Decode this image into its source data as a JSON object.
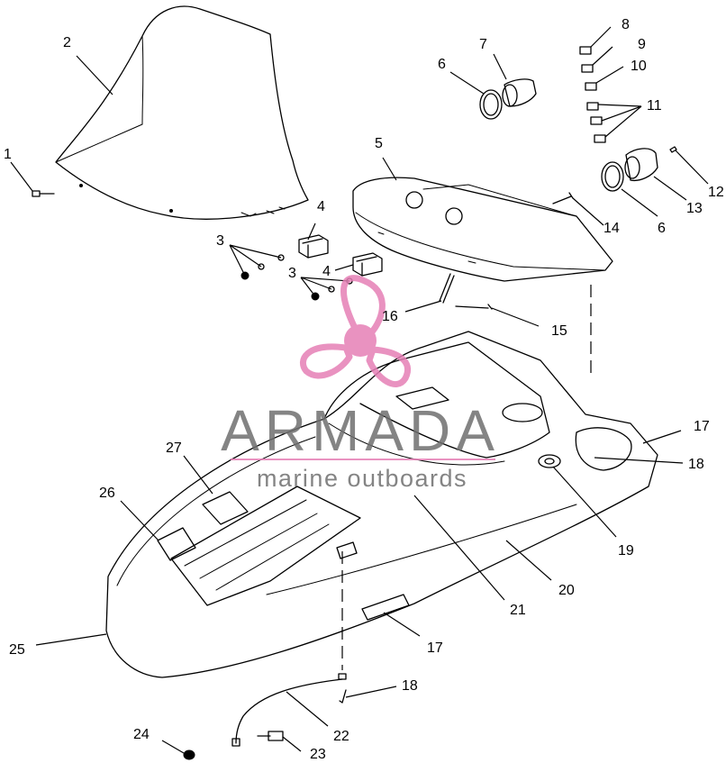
{
  "callouts": [
    {
      "id": "1",
      "label": "1"
    },
    {
      "id": "2",
      "label": "2"
    },
    {
      "id": "3a",
      "label": "3"
    },
    {
      "id": "3b",
      "label": "3"
    },
    {
      "id": "4a",
      "label": "4"
    },
    {
      "id": "4b",
      "label": "4"
    },
    {
      "id": "5",
      "label": "5"
    },
    {
      "id": "6a",
      "label": "6"
    },
    {
      "id": "6b",
      "label": "6"
    },
    {
      "id": "7",
      "label": "7"
    },
    {
      "id": "8",
      "label": "8"
    },
    {
      "id": "9",
      "label": "9"
    },
    {
      "id": "10",
      "label": "10"
    },
    {
      "id": "11",
      "label": "11"
    },
    {
      "id": "12",
      "label": "12"
    },
    {
      "id": "13",
      "label": "13"
    },
    {
      "id": "14",
      "label": "14"
    },
    {
      "id": "15",
      "label": "15"
    },
    {
      "id": "16",
      "label": "16"
    },
    {
      "id": "17a",
      "label": "17"
    },
    {
      "id": "17b",
      "label": "17"
    },
    {
      "id": "18a",
      "label": "18"
    },
    {
      "id": "18b",
      "label": "18"
    },
    {
      "id": "19",
      "label": "19"
    },
    {
      "id": "20",
      "label": "20"
    },
    {
      "id": "21",
      "label": "21"
    },
    {
      "id": "22",
      "label": "22"
    },
    {
      "id": "23",
      "label": "23"
    },
    {
      "id": "24",
      "label": "24"
    },
    {
      "id": "25",
      "label": "25"
    },
    {
      "id": "26",
      "label": "26"
    },
    {
      "id": "27",
      "label": "27"
    }
  ],
  "watermark": {
    "brand": "ARMADA",
    "tagline": "marine outboards",
    "logo_color": "#e67fb6",
    "text_color": "#6f6f6f"
  }
}
